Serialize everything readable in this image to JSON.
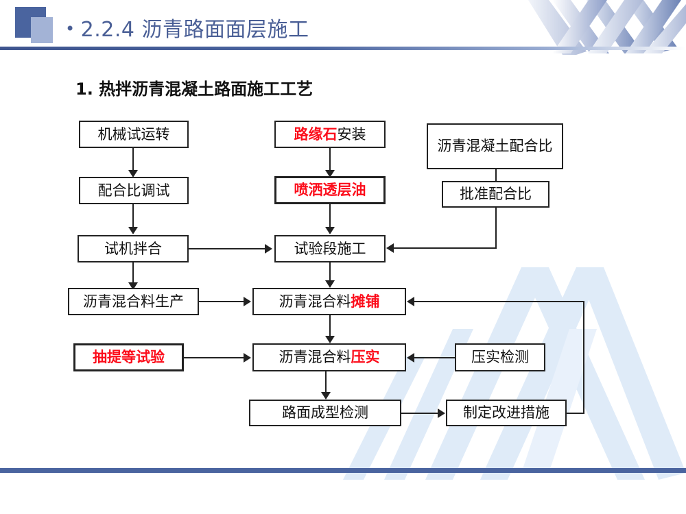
{
  "slide": {
    "header": {
      "bullet": "•",
      "title": "2.2.4 沥青路面面层施工",
      "accent_color": "#4a649f",
      "title_color": "#4a5f96"
    },
    "subtitle": "1. 热拌沥青混凝土路面施工工艺",
    "footer": {
      "bar_color": "#4a649f"
    },
    "colors": {
      "highlight_red": "#fc0d1b",
      "box_border": "#222222",
      "watermark": "#dfebf8"
    }
  },
  "flowchart": {
    "type": "process-flow",
    "nodes": [
      {
        "id": "n1",
        "label": "机械试运转",
        "red_part": "",
        "plain_part": "机械试运转",
        "all_red": false
      },
      {
        "id": "n2",
        "label": "配合比调试",
        "red_part": "",
        "plain_part": "配合比调试",
        "all_red": false
      },
      {
        "id": "n3",
        "label": "试机拌合",
        "red_part": "",
        "plain_part": "试机拌合",
        "all_red": false
      },
      {
        "id": "n4",
        "label": "沥青混合料生产",
        "red_part": "",
        "plain_part": "沥青混合料生产",
        "all_red": false
      },
      {
        "id": "n5",
        "label": "抽提等试验",
        "red_part": "抽提等试验",
        "plain_part": "",
        "all_red": true
      },
      {
        "id": "n6",
        "label": "路缘石安装",
        "red_part": "路缘石",
        "plain_part": "安装",
        "all_red": false
      },
      {
        "id": "n7",
        "label": "喷洒透层油",
        "red_part": "喷洒透层油",
        "plain_part": "",
        "all_red": true
      },
      {
        "id": "n8",
        "label": "试验段施工",
        "red_part": "",
        "plain_part": "试验段施工",
        "all_red": false
      },
      {
        "id": "n9",
        "label": "沥青混合料摊铺",
        "red_part": "摊铺",
        "plain_part": "沥青混合料",
        "all_red": false
      },
      {
        "id": "n10",
        "label": "沥青混合料压实",
        "red_part": "压实",
        "plain_part": "沥青混合料",
        "all_red": false
      },
      {
        "id": "n11",
        "label": "路面成型检测",
        "red_part": "",
        "plain_part": "路面成型检测",
        "all_red": false
      },
      {
        "id": "n12",
        "label": "沥青混凝土配合比",
        "red_part": "",
        "plain_part": "沥青混凝土配合比",
        "all_red": false
      },
      {
        "id": "n13",
        "label": "批准配合比",
        "red_part": "",
        "plain_part": "批准配合比",
        "all_red": false
      },
      {
        "id": "n14",
        "label": "压实检测",
        "red_part": "",
        "plain_part": "压实检测",
        "all_red": false
      },
      {
        "id": "n15",
        "label": "制定改进措施",
        "red_part": "",
        "plain_part": "制定改进措施",
        "all_red": false
      }
    ],
    "edges": [
      {
        "from": "机械试运转",
        "to": "配合比调试"
      },
      {
        "from": "配合比调试",
        "to": "试机拌合"
      },
      {
        "from": "试机拌合",
        "to": "试验段施工"
      },
      {
        "from": "试机拌合",
        "to": "沥青混合料生产"
      },
      {
        "from": "沥青混合料生产",
        "to": "沥青混合料摊铺"
      },
      {
        "from": "抽提等试验",
        "to": "沥青混合料压实"
      },
      {
        "from": "路缘石安装",
        "to": "喷洒透层油"
      },
      {
        "from": "喷洒透层油",
        "to": "试验段施工"
      },
      {
        "from": "试验段施工",
        "to": "沥青混合料摊铺"
      },
      {
        "from": "沥青混合料摊铺",
        "to": "沥青混合料压实"
      },
      {
        "from": "沥青混合料压实",
        "to": "路面成型检测"
      },
      {
        "from": "沥青混凝土配合比",
        "to": "批准配合比"
      },
      {
        "from": "批准配合比",
        "to": "试验段施工"
      },
      {
        "from": "压实检测",
        "to": "沥青混合料压实"
      },
      {
        "from": "路面成型检测",
        "to": "制定改进措施"
      },
      {
        "from": "制定改进措施",
        "to": "沥青混合料摊铺"
      }
    ]
  }
}
